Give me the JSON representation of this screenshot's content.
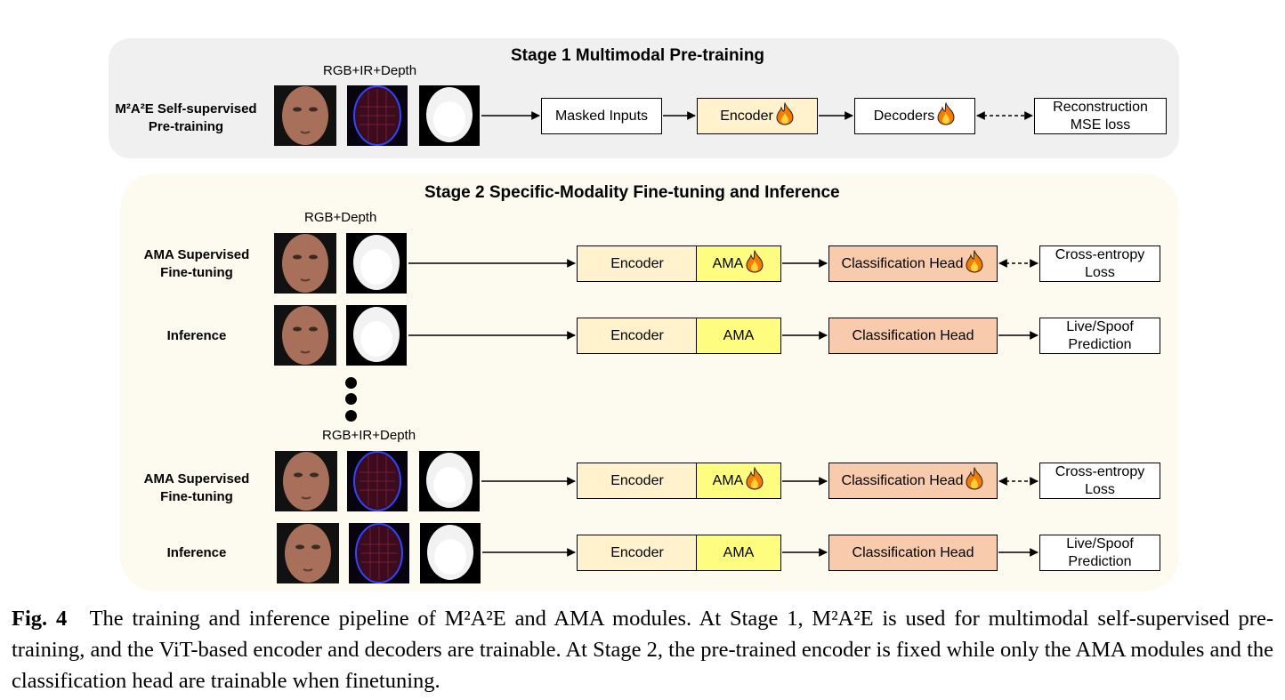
{
  "stage1": {
    "title": "Stage 1  Multimodal Pre-training",
    "row_label_line1": "M²A²E Self-supervised",
    "row_label_line2": "Pre-training",
    "modality_label": "RGB+IR+Depth",
    "masked_inputs": "Masked Inputs",
    "encoder": "Encoder",
    "decoders": "Decoders",
    "loss_line1": "Reconstruction",
    "loss_line2": "MSE loss"
  },
  "stage2": {
    "title": "Stage 2  Specific-Modality Fine-tuning and Inference",
    "modality_label_a": "RGB+Depth",
    "modality_label_b": "RGB+IR+Depth",
    "ft_label_line1": "AMA Supervised",
    "ft_label_line2": "Fine-tuning",
    "inference_label": "Inference",
    "encoder": "Encoder",
    "ama": "AMA",
    "cls_head": "Classification Head",
    "ce_line1": "Cross-entropy",
    "ce_line2": "Loss",
    "pred_line1": "Live/Spoof",
    "pred_line2": "Prediction"
  },
  "caption": {
    "label": "Fig. 4",
    "text": "The training and inference pipeline of M²A²E and AMA modules. At Stage 1, M²A²E is used for multimodal self-supervised pre-training, and the ViT-based encoder and decoders are trainable. At Stage 2, the pre-trained encoder is fixed while only the AMA modules and the classification head are trainable when finetuning."
  },
  "colors": {
    "panel1_bg": "#f0f0f0",
    "panel2_bg": "#fdfbf0",
    "encoder_fill": "#fff2cc",
    "ama_fill": "#fffd80",
    "cls_head_fill": "#f8cbad",
    "flame": "#f57c00"
  },
  "icons": [
    "flame-icon",
    "face-rgb-image",
    "face-ir-image",
    "face-depth-image"
  ]
}
